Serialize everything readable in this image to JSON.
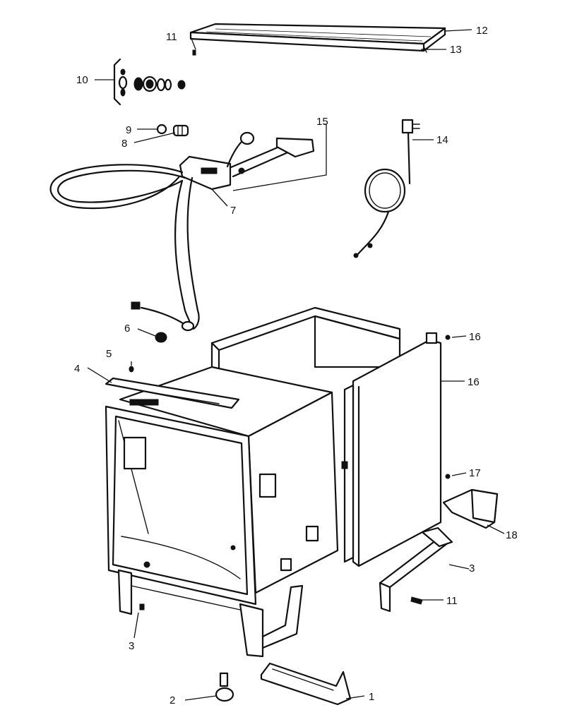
{
  "callouts": [
    {
      "id": "c1",
      "text": "1"
    },
    {
      "id": "c2",
      "text": "2"
    },
    {
      "id": "c3a",
      "text": "3"
    },
    {
      "id": "c3b",
      "text": "3"
    },
    {
      "id": "c4",
      "text": "4"
    },
    {
      "id": "c5",
      "text": "5"
    },
    {
      "id": "c6",
      "text": "6"
    },
    {
      "id": "c7",
      "text": "7"
    },
    {
      "id": "c8",
      "text": "8"
    },
    {
      "id": "c9",
      "text": "9"
    },
    {
      "id": "c10",
      "text": "10"
    },
    {
      "id": "c11a",
      "text": "11"
    },
    {
      "id": "c11b",
      "text": "11"
    },
    {
      "id": "c12",
      "text": "12"
    },
    {
      "id": "c13",
      "text": "13"
    },
    {
      "id": "c14",
      "text": "14"
    },
    {
      "id": "c15",
      "text": "15"
    },
    {
      "id": "c16a",
      "text": "16"
    },
    {
      "id": "c16b",
      "text": "16"
    },
    {
      "id": "c17",
      "text": "17"
    },
    {
      "id": "c18",
      "text": "18"
    }
  ]
}
